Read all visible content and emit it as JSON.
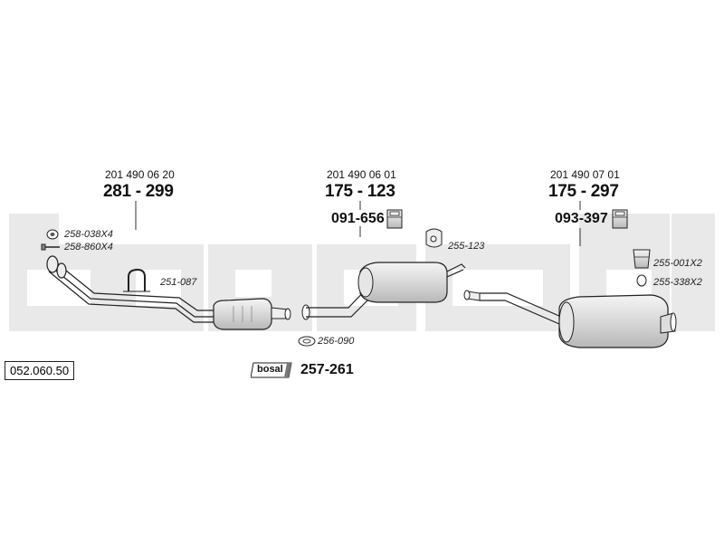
{
  "diagram": {
    "reference": "052.060.50",
    "watermark": "bosal",
    "sections": [
      {
        "oe_number": "201 490 06 20",
        "part": "281 - 299"
      },
      {
        "oe_number": "201 490 06 01",
        "part": "175 - 123",
        "hanger": "091-656"
      },
      {
        "oe_number": "201 490 07 01",
        "part": "175 - 297",
        "hanger": "093-397"
      }
    ],
    "accessories": [
      {
        "code": "258-038X4"
      },
      {
        "code": "258-860X4"
      },
      {
        "code": "251-087"
      },
      {
        "code": "256-090"
      },
      {
        "code": "255-123"
      },
      {
        "code": "255-001X2"
      },
      {
        "code": "255-338X2"
      }
    ],
    "kit": {
      "logo": "bosal",
      "code": "257-261"
    },
    "colors": {
      "watermark": "#e9e9e9",
      "line": "#222222",
      "part_fill": "#dcdcdc"
    }
  }
}
